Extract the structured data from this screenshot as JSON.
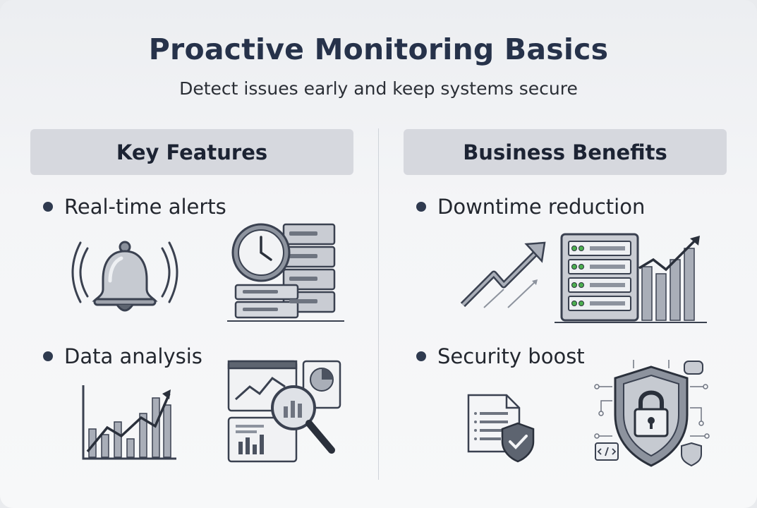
{
  "title": "Proactive Monitoring Basics",
  "subtitle": "Detect issues early and keep systems secure",
  "columns": {
    "left": {
      "header": "Key Features",
      "items": [
        {
          "label": "Real-time alerts",
          "icons": [
            "bell-icon",
            "clock-server-icon"
          ]
        },
        {
          "label": "Data analysis",
          "icons": [
            "bar-chart-icon",
            "dashboard-magnifier-icon"
          ]
        }
      ]
    },
    "right": {
      "header": "Business Benefits",
      "items": [
        {
          "label": "Downtime reduction",
          "icons": [
            "trend-arrow-icon",
            "server-rack-chart-icon"
          ]
        },
        {
          "label": "Security boost",
          "icons": [
            "document-shield-icon",
            "padlock-shield-icon"
          ]
        }
      ]
    }
  },
  "colors": {
    "title": "#26324a",
    "header_bg": "#d6d8de",
    "icon_stroke": "#3a4150",
    "icon_fill": "#a9aeb8",
    "accent_green": "#4caf50"
  }
}
